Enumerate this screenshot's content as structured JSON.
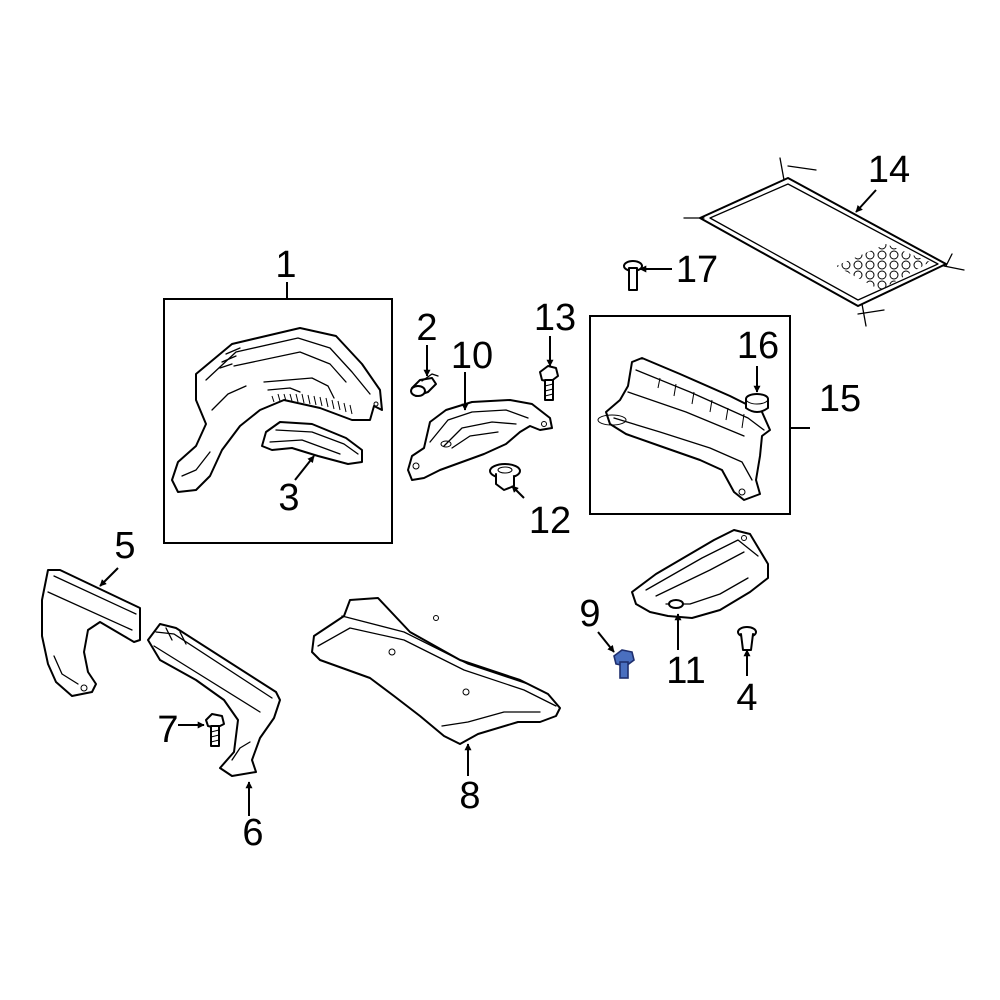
{
  "diagram": {
    "accent_color": "#4a6fbf",
    "highlighted_part": "9",
    "callouts": [
      "1",
      "2",
      "3",
      "4",
      "5",
      "6",
      "7",
      "8",
      "9",
      "10",
      "11",
      "12",
      "13",
      "14",
      "15",
      "16",
      "17"
    ]
  }
}
